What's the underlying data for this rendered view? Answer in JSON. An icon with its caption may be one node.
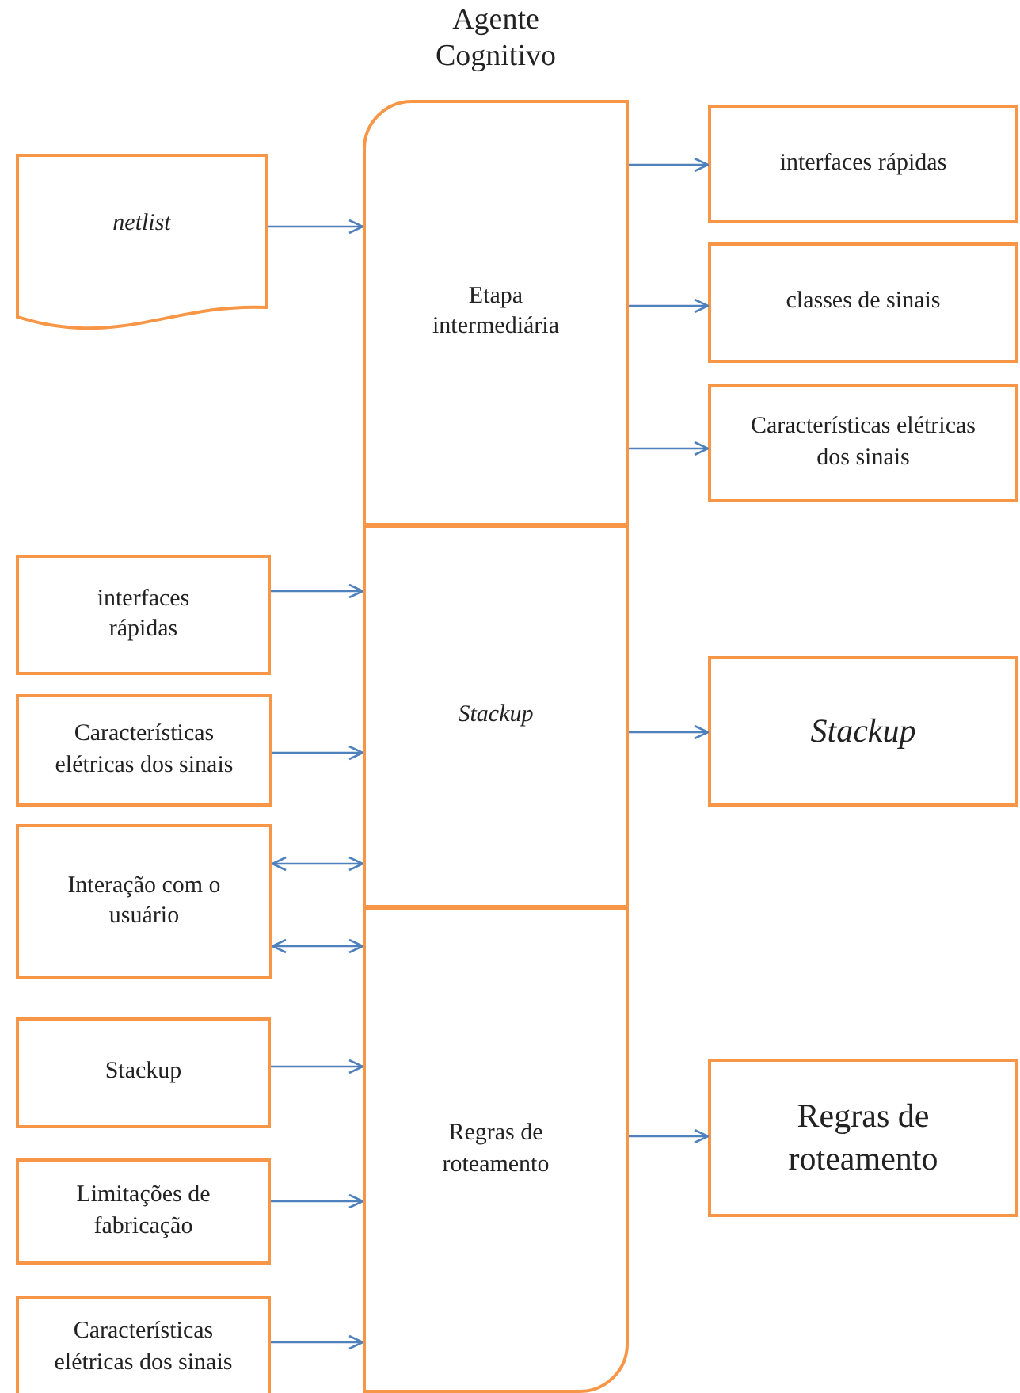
{
  "diagram": {
    "nodes": [
      {
        "text": [
          "Agente Cognitivo"
        ]
      },
      {
        "text": [
          "Etapa intermediária"
        ],
        "in": 0
      },
      {
        "text": [
          "Stackup"
        ],
        "in": 0
      },
      {
        "text": [
          "Regras de roteamento"
        ],
        "in": 0
      },
      {
        "text": [
          "netlist"
        ]
      },
      {
        "text": [
          "interfaces rápidas"
        ]
      },
      {
        "text": [
          "classes de sinais"
        ]
      },
      {
        "text": [
          "Características elétricas dos sinais"
        ]
      },
      {
        "text": [
          "interfaces rápidas"
        ]
      },
      {
        "text": [
          "Características elétricas dos sinais"
        ]
      },
      {
        "text": [
          "Interação com o usuário"
        ]
      },
      {
        "text": [
          "Stackup"
        ]
      },
      {
        "text": [
          "Stackup"
        ]
      },
      {
        "text": [
          "Limitações de fabricação"
        ]
      },
      {
        "text": [
          "Características elétricas dos sinais"
        ]
      },
      {
        "text": [
          "Regras de roteamento"
        ]
      }
    ],
    "edges": [
      {
        "from": 4,
        "to": 1,
        "arrow": "to"
      },
      {
        "from": 1,
        "to": 5,
        "arrow": "to"
      },
      {
        "from": 1,
        "to": 6,
        "arrow": "to"
      },
      {
        "from": 1,
        "to": 7,
        "arrow": "to"
      },
      {
        "from": 8,
        "to": 2,
        "arrow": "to"
      },
      {
        "from": 9,
        "to": 2,
        "arrow": "to"
      },
      {
        "from": 10,
        "to": 2,
        "arrow": "both"
      },
      {
        "from": 2,
        "to": 11,
        "arrow": "to"
      },
      {
        "from": 10,
        "to": 3,
        "arrow": "both"
      },
      {
        "from": 12,
        "to": 3,
        "arrow": "to"
      },
      {
        "from": 13,
        "to": 3,
        "arrow": "to"
      },
      {
        "from": 14,
        "to": 3,
        "arrow": "to"
      },
      {
        "from": 3,
        "to": 15,
        "arrow": "to"
      }
    ]
  }
}
